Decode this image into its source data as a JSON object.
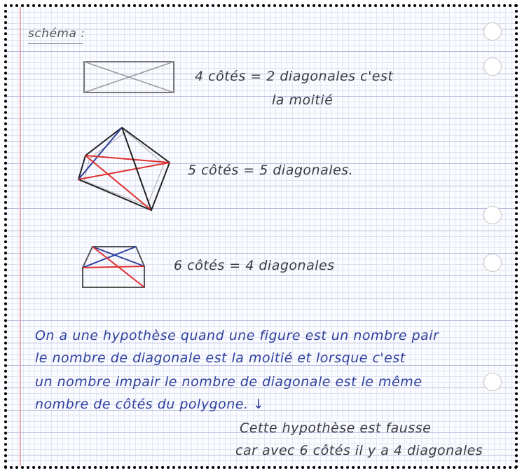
{
  "heading": "schéma :",
  "figures": [
    {
      "label_line1": "4 côtés = 2 diagonales c'est",
      "label_line2": "la moitié"
    },
    {
      "label_line1": "5 côtés = 5 diagonales."
    },
    {
      "label_line1": "6 côtés = 4 diagonales"
    }
  ],
  "hypothesis": {
    "lines": [
      "On a une hypothèse quand une figure est un nombre pair",
      "le nombre de diagonale est la moitié et lorsque c'est",
      "un nombre impair le nombre de diagonale est le même",
      "nombre de côtés du polygone. ↓"
    ]
  },
  "conclusion": {
    "lines": [
      "Cette hypothèse est fausse",
      "car avec 6 côtés il y a 4 diagonales"
    ]
  },
  "colors": {
    "ink_blue": "#2d3f9e",
    "ink_red": "#e03030",
    "ink_black": "#222222"
  }
}
